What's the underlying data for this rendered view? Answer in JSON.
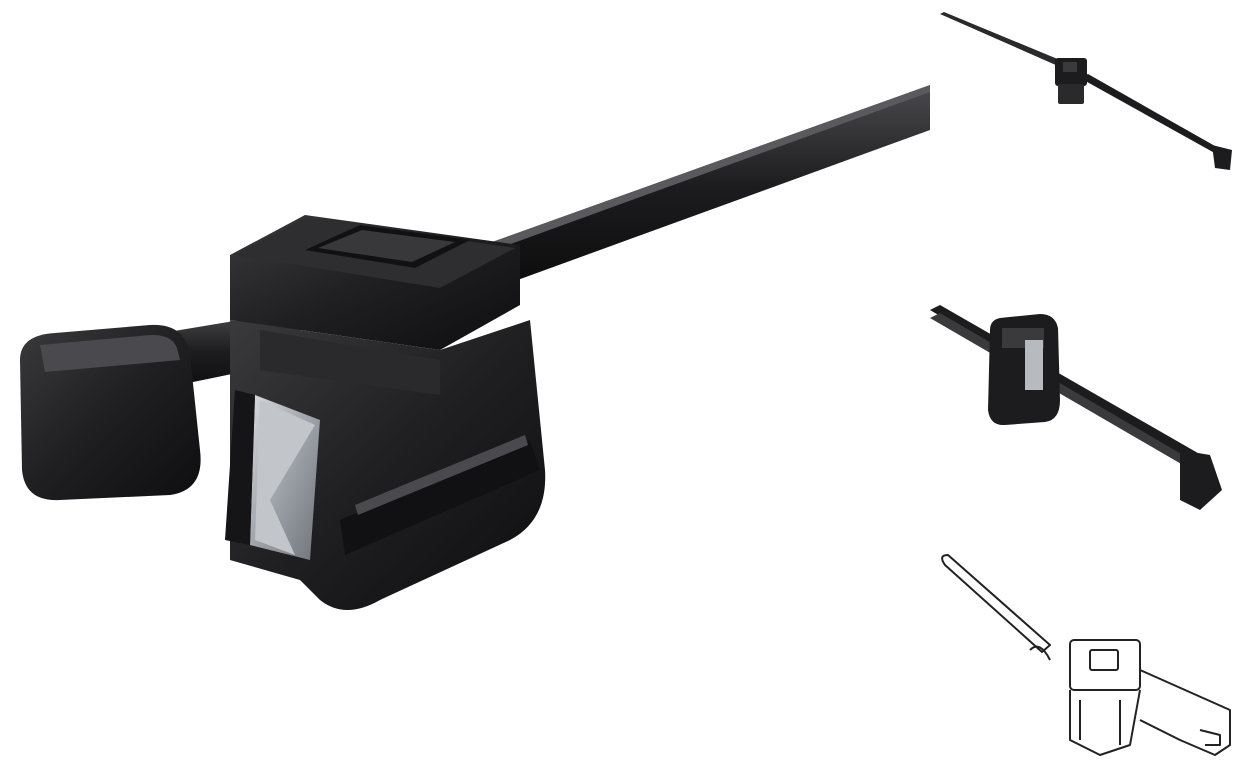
{
  "gallery": {
    "main_image": {
      "subject": "black-edge-clip-cable-tie",
      "icon": "cable-tie-edge-clip-photo"
    },
    "thumbnails": [
      {
        "subject": "cable-tie-full-view",
        "icon": "cable-tie-photo"
      },
      {
        "subject": "edge-clip-closeup",
        "icon": "edge-clip-photo"
      },
      {
        "subject": "line-drawing",
        "icon": "line-drawing"
      }
    ]
  },
  "colors": {
    "background": "#ffffff",
    "plastic": "#1c1c1e",
    "plastic_highlight": "#3a3a3d",
    "metal_clip": "#a9adb3",
    "line_art": "#222222"
  }
}
